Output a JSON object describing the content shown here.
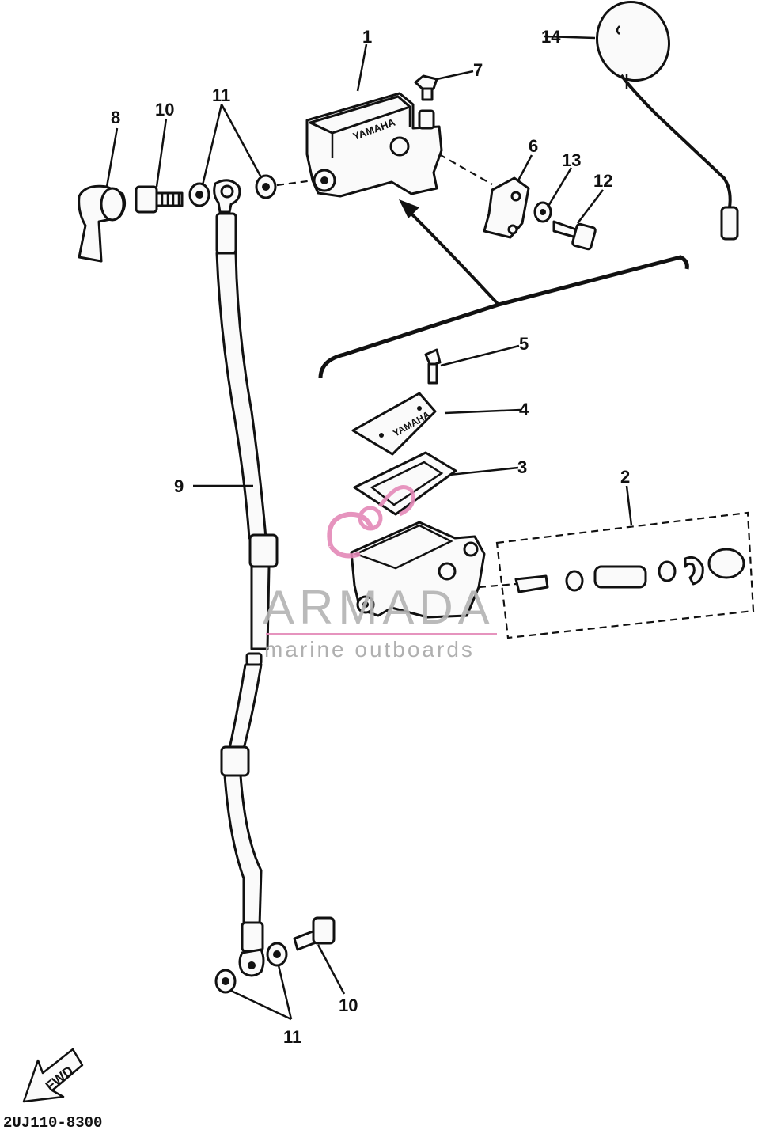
{
  "callouts": {
    "c1": "1",
    "c2": "2",
    "c3": "3",
    "c4": "4",
    "c5": "5",
    "c6": "6",
    "c7": "7",
    "c8": "8",
    "c9": "9",
    "c10_top": "10",
    "c10_bottom": "10",
    "c11_top": "11",
    "c11_bottom": "11",
    "c12": "12",
    "c13": "13",
    "c14": "14"
  },
  "stamps": {
    "reservoir_top": "YAMAHA",
    "cap_top": "YAMAHA"
  },
  "fwd_label": "FWD",
  "diagram_code": "2UJ110-8300",
  "watermark": {
    "title": "ARMADA",
    "subtitle": "marine outboards",
    "accent_color": "#e489b8",
    "text_color": "#b3b3b3"
  }
}
